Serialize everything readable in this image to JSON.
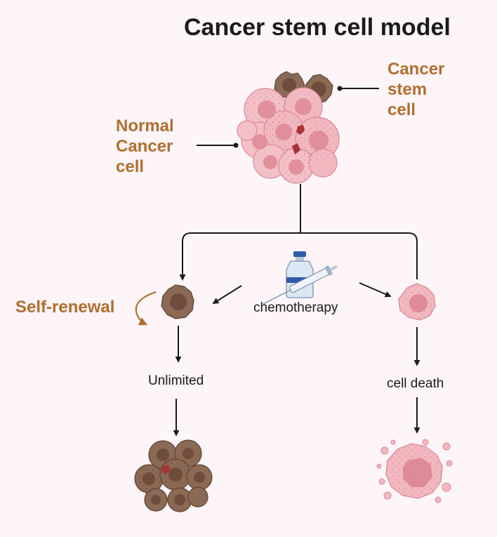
{
  "title": "Cancer stem cell model",
  "labels": {
    "cancer_stem_cell": [
      "Cancer",
      "stem",
      "cell"
    ],
    "normal_cancer_cell": [
      "Normal",
      "Cancer",
      "cell"
    ],
    "self_renewal": "Self-renewal",
    "chemotherapy": "chemotherapy",
    "unlimited": "Unlimited",
    "cell_death": "cell death"
  },
  "colors": {
    "background": "#fdf5f8",
    "label_orange": "#b06e30",
    "stem_cell_brown": "#8a6a55",
    "stem_cell_nucleus": "#6e4d3c",
    "normal_cell_pink": "#f2b8c0",
    "normal_cell_nucleus": "#df8c98",
    "necrotic_core": "#a8323a",
    "arrow": "#1a1a1a"
  }
}
